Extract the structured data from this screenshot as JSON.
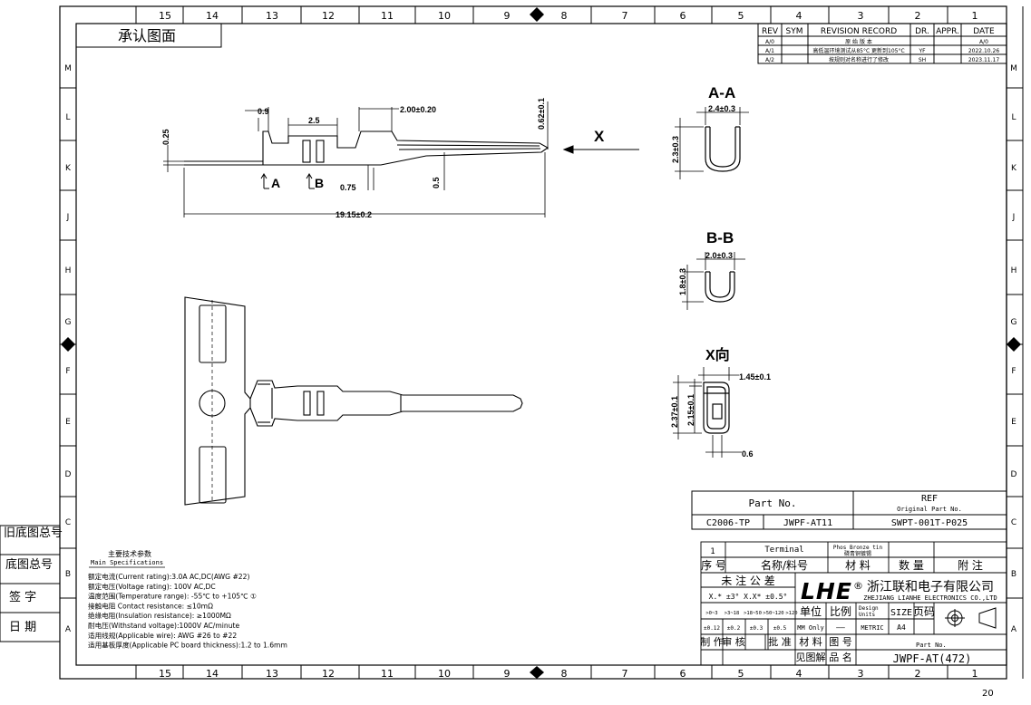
{
  "page_number": "20",
  "frame": {
    "columns": [
      "15",
      "14",
      "13",
      "12",
      "11",
      "10",
      "9",
      "8",
      "7",
      "6",
      "5",
      "4",
      "3",
      "2",
      "1"
    ],
    "rows": [
      "M",
      "L",
      "K",
      "J",
      "H",
      "G",
      "F",
      "E",
      "D",
      "C",
      "B",
      "A"
    ]
  },
  "left_side_labels": [
    "旧底图总号",
    "底图总号",
    "签 字",
    "日 期"
  ],
  "approval_title": "承认图面",
  "revision_table": {
    "headers": [
      "REV",
      "SYM",
      "REVISION RECORD",
      "DR.",
      "APPR.",
      "DATE"
    ],
    "rows": [
      [
        "A/0",
        "",
        "原 始 版 本",
        "",
        "",
        "A/0"
      ],
      [
        "A/1",
        "",
        "高低温环境测试从85°C 更新到105°C",
        "YF",
        "",
        "2022.10.26"
      ],
      [
        "A/2",
        "",
        "按规则对名称进行了修改",
        "SH",
        "",
        "2023.11.17"
      ]
    ]
  },
  "drawing": {
    "dims_side": {
      "d09": "0.9",
      "d25": "2.5",
      "d200": "2.00±0.20",
      "d062": "0.62±0.1",
      "d025": "0.25",
      "d075": "0.75",
      "d05": "0.5",
      "d1915": "19.15±0.2"
    },
    "section_marks": [
      "A",
      "B"
    ],
    "view_arrow": "X",
    "section_aa": {
      "title": "A-A",
      "width": "2.4±0.3",
      "height": "2.3±0.3"
    },
    "section_bb": {
      "title": "B-B",
      "width": "2.0±0.3",
      "height": "1.8±0.3"
    },
    "view_x": {
      "title": "X向",
      "d145": "1.45±0.1",
      "d237": "2.37±0.1",
      "d215": "2.15±0.1",
      "d06": "0.6"
    }
  },
  "part_table": {
    "part_no_header": "Part No.",
    "ref_header": "REF",
    "ref_sub": "Original Part No.",
    "c2006": "C2006-TP",
    "jwpf": "JWPF-AT11",
    "swpt": "SWPT-001T-P025"
  },
  "bom": {
    "index": "1",
    "name": "Terminal",
    "material_line1": "Phos Bronze tin",
    "material_line2": "磷青铜镀锡",
    "headers": [
      "序 号",
      "名称/料号",
      "材 料",
      "数 量",
      "附 注"
    ]
  },
  "tolerance": {
    "title": "未 注 公 差",
    "line1": "X.* ±3°  X.X* ±0.5°",
    "ranges": [
      ">0~3",
      ">3~18",
      ">18~50",
      ">50~120",
      ">120"
    ],
    "values": [
      "±0.12",
      "±0.2",
      "±0.3",
      "±0.5"
    ]
  },
  "units_block": {
    "unit_label": "单位",
    "scale_label": "比例",
    "design_units": "Design Units",
    "size_label": "SIZE",
    "page_label": "页码",
    "unit_value": "MM Only",
    "scale_value": "——",
    "metric": "METRIC",
    "size_value": "A4"
  },
  "company": {
    "logo": "LHE",
    "registered": "®",
    "name_cn": "浙江联和电子有限公司",
    "name_en": "ZHEJIANG LIANHE ELECTRONICS CO.,LTD"
  },
  "signoff": {
    "labels": [
      "制 作",
      "审 核",
      "批 准",
      "材 料",
      "图 号"
    ],
    "see_label": "见图解",
    "product_label": "品 名",
    "part_no_label": "Part No.",
    "part_no_value": "JWPF-AT(472)"
  },
  "specs": {
    "title_cn": "主要技术参数",
    "title_en": "Main Specifications",
    "lines": [
      "额定电流(Current rating):3.0A AC,DC(AWG #22)",
      "额定电压(Voltage rating): 100V AC,DC",
      "温度范围(Temperature range): -55℃ to +105℃ ①",
      "接触电阻 Contact resistance: ≤10mΩ",
      "绝缘电阻(Insulation resistance): ≥1000MΩ",
      "耐电压(Withstand voltage):1000V AC/minute",
      "适用线规(Applicable wire): AWG #26 to #22",
      "适用基板厚度(Applicable PC board thickness):1.2 to 1.6mm"
    ]
  }
}
